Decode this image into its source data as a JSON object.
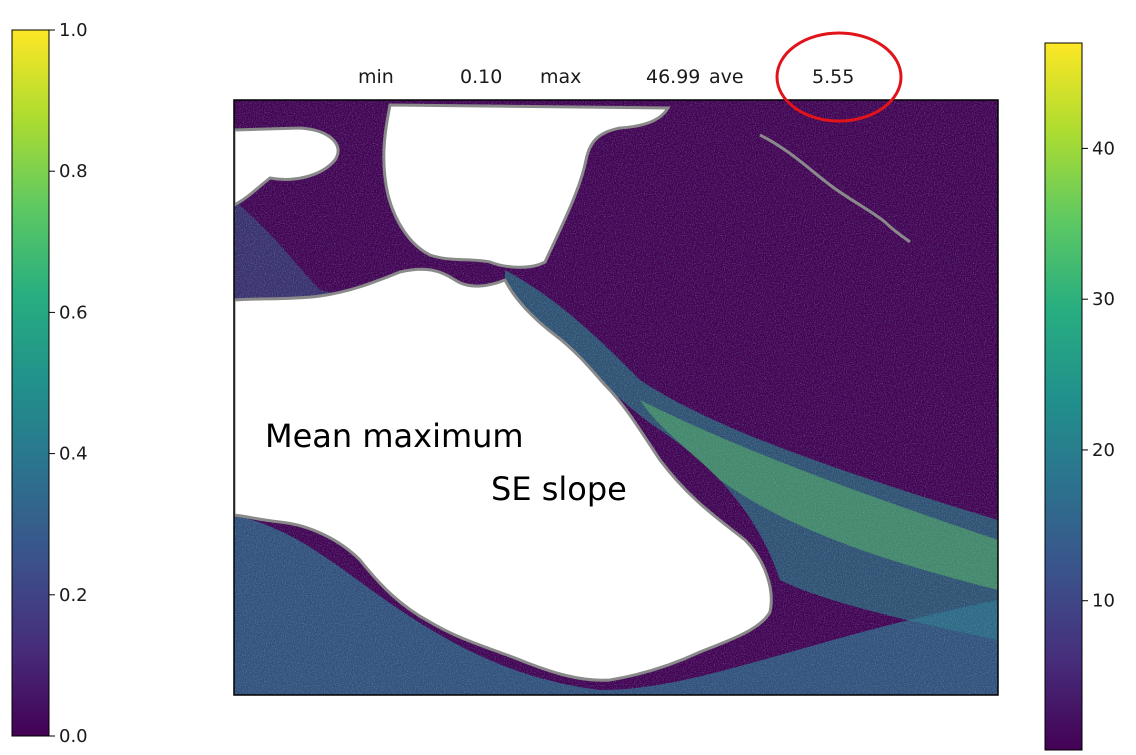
{
  "chart_data": {
    "type": "heatmap",
    "title": "min 0.10 max 46.99 ave 5.55",
    "title_parts": {
      "min_label": "min",
      "min_value": "0.10",
      "max_label": "max",
      "max_value": "46.99",
      "ave_label": "ave",
      "ave_value": "5.55"
    },
    "min": 0.1,
    "max": 46.99,
    "ave": 5.55,
    "colormap": "viridis",
    "axes_ticks_visible": false,
    "grid": false,
    "annotation": {
      "line1": "Mean maximum",
      "line2": "SE slope",
      "highlight": "circle around ave value",
      "highlight_color": "#e0141a"
    },
    "colorbars": [
      {
        "side": "left",
        "range": [
          0,
          1
        ],
        "ticks": [
          0.0,
          0.2,
          0.4,
          0.6,
          0.8,
          1.0
        ],
        "tick_labels": [
          "0.0",
          "0.2",
          "0.4",
          "0.6",
          "0.8",
          "1.0"
        ]
      },
      {
        "side": "right",
        "range": [
          0.1,
          46.99
        ],
        "ticks": [
          10,
          20,
          30,
          40
        ],
        "tick_labels": [
          "10",
          "20",
          "30",
          "40"
        ]
      }
    ],
    "colors": {
      "land_background": "#440154",
      "water": "#ffffff",
      "coastline": "#8a8a8a",
      "frame": "#000000"
    }
  }
}
